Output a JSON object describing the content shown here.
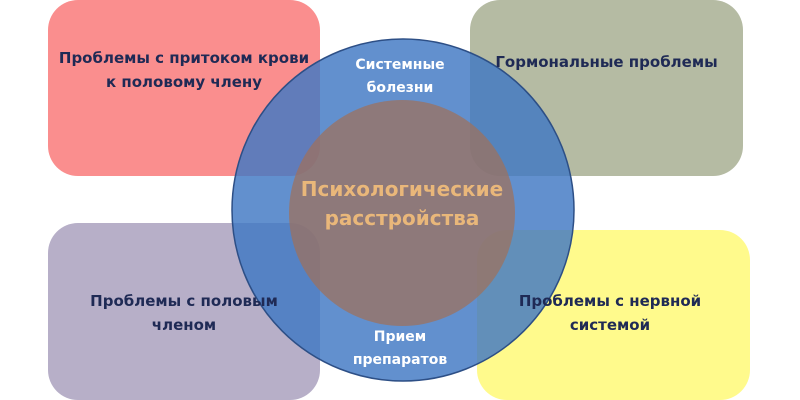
{
  "diagram": {
    "boxes": [
      {
        "id": "blood-flow",
        "label_lines": [
          "Проблемы с притоком крови",
          "к половому члену"
        ],
        "color": "#FA8E8E"
      },
      {
        "id": "hormonal",
        "label_lines": [
          "Гормональные проблемы"
        ],
        "color": "#B5BBA3"
      },
      {
        "id": "penis",
        "label_lines": [
          "Проблемы с половым",
          "членом"
        ],
        "color": "#B7AFC8"
      },
      {
        "id": "nervous",
        "label_lines": [
          "Проблемы с нервной",
          "системой"
        ],
        "color": "#FFFA8C"
      }
    ],
    "outer_circle": {
      "color": "#4A7EC2",
      "top_label_lines": [
        "Системные",
        "болезни"
      ],
      "bottom_label_lines": [
        "Прием",
        "препаратов"
      ]
    },
    "inner_circle": {
      "color": "#93766B",
      "label_lines": [
        "Психологические",
        "расстройства"
      ],
      "text_color": "#E9B77A"
    }
  }
}
